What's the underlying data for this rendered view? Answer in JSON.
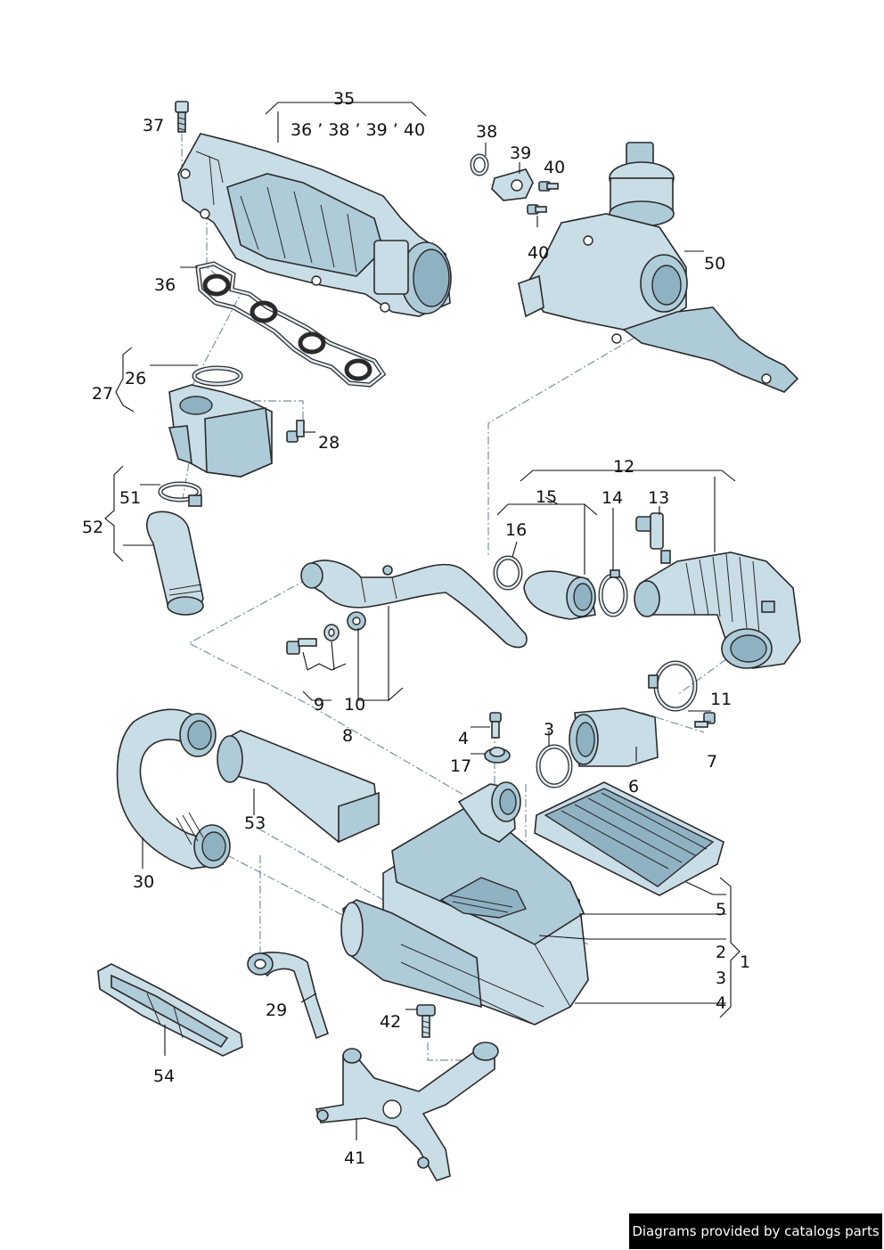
{
  "callouts": {
    "c35": "35",
    "c36_38_39_40": "36 ’ 38 ’ 39 ’ 40",
    "c37": "37",
    "c36": "36",
    "c38": "38",
    "c39": "39",
    "c40a": "40",
    "c40b": "40",
    "c50": "50",
    "c26": "26",
    "c27": "27",
    "c28": "28",
    "c51": "51",
    "c52": "52",
    "c12": "12",
    "c15": "15",
    "c14": "14",
    "c13": "13",
    "c16": "16",
    "c11": "11",
    "c9": "9",
    "c10": "10",
    "c8": "8",
    "c4a": "4",
    "c3a": "3",
    "c17": "17",
    "c7": "7",
    "c6": "6",
    "c53": "53",
    "c30": "30",
    "c5": "5",
    "c1": "1",
    "c2": "2",
    "c3b": "3",
    "c4b": "4",
    "c29": "29",
    "c42": "42",
    "c54": "54",
    "c41": "41"
  },
  "footer": {
    "text": "Diagrams provided by catalogs parts"
  }
}
